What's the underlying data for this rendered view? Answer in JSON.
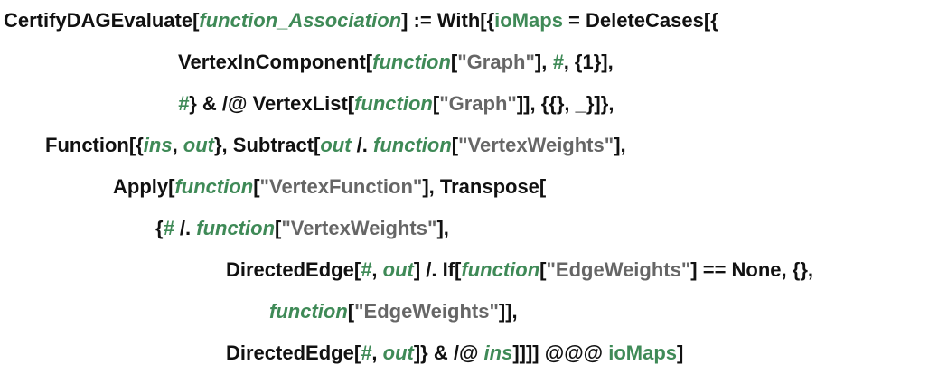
{
  "code": {
    "lines": [
      [
        {
          "t": "CertifyDAGEvaluate[",
          "c": "k"
        },
        {
          "t": "function_Association",
          "c": "v"
        },
        {
          "t": "] := With[{",
          "c": "k"
        },
        {
          "t": "ioMaps",
          "c": "g"
        },
        {
          "t": " = DeleteCases[{",
          "c": "k"
        }
      ],
      [
        {
          "t": "VertexInComponent[",
          "c": "k"
        },
        {
          "t": "function",
          "c": "v"
        },
        {
          "t": "[",
          "c": "k"
        },
        {
          "t": "\"Graph\"",
          "c": "s"
        },
        {
          "t": "], ",
          "c": "k"
        },
        {
          "t": "#",
          "c": "v"
        },
        {
          "t": ", {1}],",
          "c": "k"
        }
      ],
      [
        {
          "t": "#",
          "c": "v"
        },
        {
          "t": "} & /@ VertexList[",
          "c": "k"
        },
        {
          "t": "function",
          "c": "v"
        },
        {
          "t": "[",
          "c": "k"
        },
        {
          "t": "\"Graph\"",
          "c": "s"
        },
        {
          "t": "]], {{}, _}]},",
          "c": "k"
        }
      ],
      [
        {
          "t": "Function[{",
          "c": "k"
        },
        {
          "t": "ins",
          "c": "v"
        },
        {
          "t": ", ",
          "c": "k"
        },
        {
          "t": "out",
          "c": "v"
        },
        {
          "t": "}, Subtract[",
          "c": "k"
        },
        {
          "t": "out",
          "c": "v"
        },
        {
          "t": " /. ",
          "c": "k"
        },
        {
          "t": "function",
          "c": "v"
        },
        {
          "t": "[",
          "c": "k"
        },
        {
          "t": "\"VertexWeights\"",
          "c": "s"
        },
        {
          "t": "],",
          "c": "k"
        }
      ],
      [
        {
          "t": "Apply[",
          "c": "k"
        },
        {
          "t": "function",
          "c": "v"
        },
        {
          "t": "[",
          "c": "k"
        },
        {
          "t": "\"VertexFunction\"",
          "c": "s"
        },
        {
          "t": "], Transpose[",
          "c": "k"
        }
      ],
      [
        {
          "t": "{",
          "c": "k"
        },
        {
          "t": "#",
          "c": "v"
        },
        {
          "t": " /. ",
          "c": "k"
        },
        {
          "t": "function",
          "c": "v"
        },
        {
          "t": "[",
          "c": "k"
        },
        {
          "t": "\"VertexWeights\"",
          "c": "s"
        },
        {
          "t": "],",
          "c": "k"
        }
      ],
      [
        {
          "t": "DirectedEdge[",
          "c": "k"
        },
        {
          "t": "#",
          "c": "v"
        },
        {
          "t": ", ",
          "c": "k"
        },
        {
          "t": "out",
          "c": "v"
        },
        {
          "t": "] /. If[",
          "c": "k"
        },
        {
          "t": "function",
          "c": "v"
        },
        {
          "t": "[",
          "c": "k"
        },
        {
          "t": "\"EdgeWeights\"",
          "c": "s"
        },
        {
          "t": "] == None, {},",
          "c": "k"
        }
      ],
      [
        {
          "t": "function",
          "c": "v"
        },
        {
          "t": "[",
          "c": "k"
        },
        {
          "t": "\"EdgeWeights\"",
          "c": "s"
        },
        {
          "t": "]],",
          "c": "k"
        }
      ],
      [
        {
          "t": "DirectedEdge[",
          "c": "k"
        },
        {
          "t": "#",
          "c": "v"
        },
        {
          "t": ", ",
          "c": "k"
        },
        {
          "t": "out",
          "c": "v"
        },
        {
          "t": "]} & /@ ",
          "c": "k"
        },
        {
          "t": "ins",
          "c": "v"
        },
        {
          "t": "]]]] @@@ ",
          "c": "k"
        },
        {
          "t": "ioMaps",
          "c": "g"
        },
        {
          "t": "]",
          "c": "k"
        }
      ]
    ]
  },
  "colors": {
    "symbol": "#111111",
    "variable": "#3f8a57",
    "string": "#666666"
  }
}
